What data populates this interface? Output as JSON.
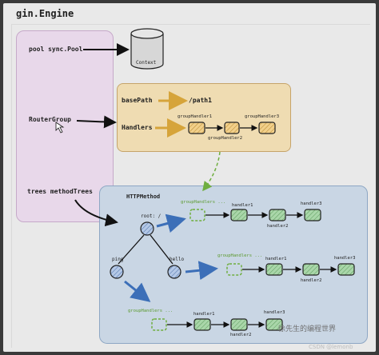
{
  "title": "gin.Engine",
  "engine": {
    "pool_label": "pool  sync.Pool",
    "router_label": "RouterGroup",
    "trees_label": "trees  methodTrees"
  },
  "context_label": "Context",
  "router": {
    "basepath_label": "basePath",
    "path_value": "/path1",
    "handlers_label": "Handlers",
    "handler_top": "groupHandler1",
    "handler_top_right": "groupHandler3",
    "handler_bottom": "groupHandler2"
  },
  "trees": {
    "method_label": "HTTPMethod",
    "root_label": "root: /",
    "ping_label": "ping",
    "hello_label": "hello",
    "chain_rows": [
      {
        "group_label": "groupHandlers ...",
        "h1": "handler1",
        "h2": "handler2",
        "h3": "handler3"
      },
      {
        "group_label": "groupHandlers ...",
        "h1": "handler1",
        "h2": "handler2",
        "h3": "handler3"
      },
      {
        "group_label": "groupHandlers ...",
        "h1": "handler1",
        "h2": "handler2",
        "h3": "handler3"
      }
    ]
  },
  "watermark": "徐先生的编程世界",
  "footer": "CSDN @lemonb",
  "colors": {
    "engine_fill": "#e8d8ea",
    "router_fill": "#efdcb2",
    "trees_fill": "#c9d6e4",
    "handler_green": "#9fcf9f",
    "group_green": "#6fae3f",
    "node_blue": "#9fb8dc",
    "arrow_blue": "#3c6fb8",
    "arrow_orange": "#d6a43a"
  }
}
